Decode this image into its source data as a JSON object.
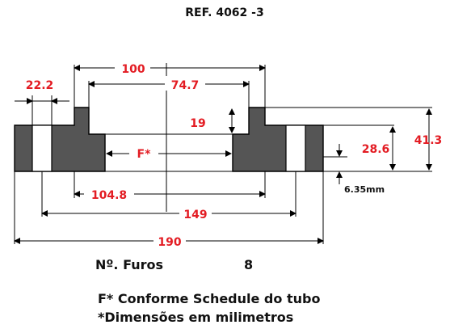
{
  "diagram": {
    "reference": "REF. 4062 -3",
    "dimensions": {
      "hub_diameter": "100",
      "bore_diameter": "74.7",
      "hub_width": "22.2",
      "raised_height": "19",
      "flange_thickness": "41.3",
      "hub_thickness": "28.6",
      "face_thickness": "6.35mm",
      "inner_diameter": "104.8",
      "bolt_circle": "149",
      "outer_diameter": "190",
      "pipe_bore": "F*"
    },
    "holes_label": "Nº. Furos",
    "holes_count": "8",
    "notes": [
      "F* Conforme Schedule do tubo",
      "*Dimensões em milimetros"
    ],
    "colors": {
      "dimension_text": "#e31c23",
      "body_fill": "#555555"
    }
  }
}
